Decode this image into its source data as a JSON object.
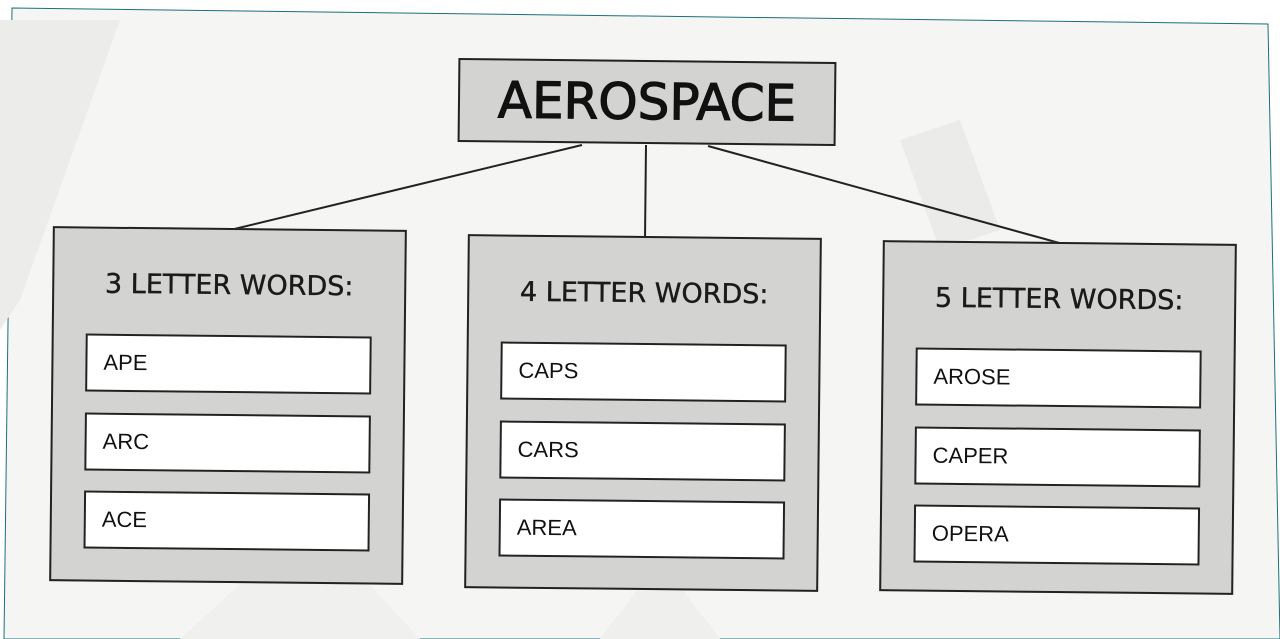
{
  "root": {
    "label": "AEROSPACE"
  },
  "groups": [
    {
      "title": "3 LETTER WORDS:",
      "words": [
        "APE",
        "ARC",
        "ACE"
      ]
    },
    {
      "title": "4 LETTER WORDS:",
      "words": [
        "CAPS",
        "CARS",
        "AREA"
      ]
    },
    {
      "title": "5 LETTER WORDS:",
      "words": [
        "AROSE",
        "CAPER",
        "OPERA"
      ]
    }
  ],
  "colors": {
    "box_fill": "#d3d4d2",
    "word_fill": "#ffffff",
    "border": "#222222",
    "background_shapes": "#eeeeec"
  }
}
